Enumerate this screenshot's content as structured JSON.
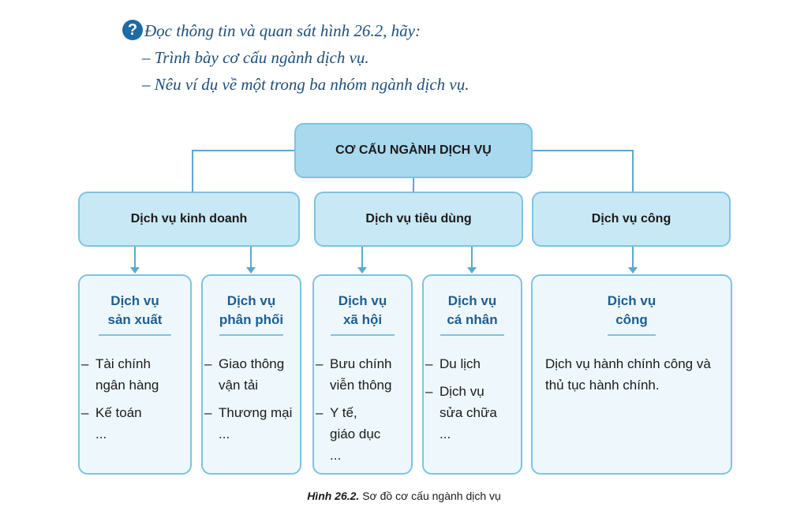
{
  "intro": {
    "line1": "Đọc thông tin và quan sát hình 26.2, hãy:",
    "line2": "– Trình bày cơ cấu ngành dịch vụ.",
    "line3": "– Nêu ví dụ về một trong ba nhóm ngành dịch vụ."
  },
  "root": "CƠ CẤU NGÀNH DỊCH VỤ",
  "groups": [
    "Dịch vụ kinh doanh",
    "Dịch vụ tiêu dùng",
    "Dịch vụ công"
  ],
  "leaves": [
    {
      "title1": "Dịch vụ",
      "title2": "sản xuất",
      "items": [
        "Tài chính",
        "ngân hàng",
        "Kế toán",
        "..."
      ]
    },
    {
      "title1": "Dịch vụ",
      "title2": "phân phối",
      "items": [
        "Giao thông",
        "vận tải",
        "Thương mại",
        "..."
      ]
    },
    {
      "title1": "Dịch vụ",
      "title2": "xã hội",
      "items": [
        "Bưu chính",
        "viễn thông",
        "Y tế,",
        "giáo dục",
        "..."
      ]
    },
    {
      "title1": "Dịch vụ",
      "title2": "cá nhân",
      "items": [
        "Du lịch",
        "Dịch vụ",
        "sửa chữa",
        "..."
      ]
    },
    {
      "title1": "Dịch vụ",
      "title2": "công",
      "text": "Dịch vụ hành chính công và thủ tục hành chính."
    }
  ],
  "caption": {
    "label": "Hình 26.2.",
    "text": "Sơ đồ cơ cấu ngành dịch vụ"
  },
  "colors": {
    "header": "#a9d9ee",
    "group": "#c9e8f6",
    "leaf": "#eef8fc",
    "border": "#7ec3e0",
    "title": "#1d5e92"
  }
}
